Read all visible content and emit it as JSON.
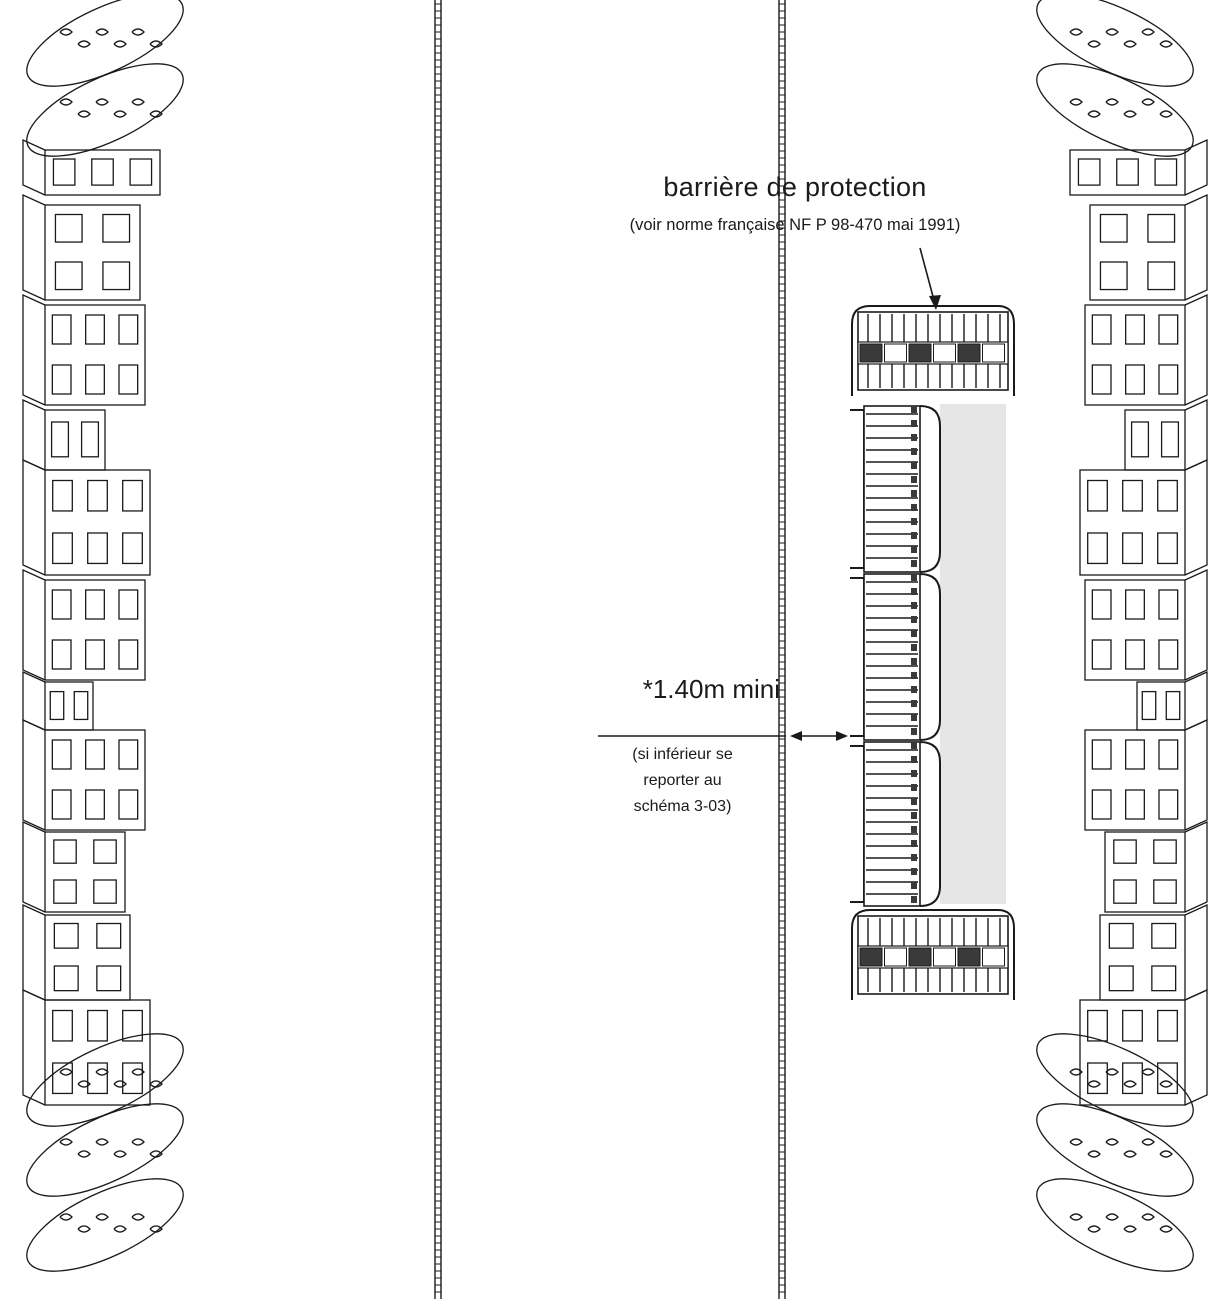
{
  "barrier": {
    "title": "barrière de protection",
    "reference": "(voir norme française NF P 98-470 mai 1991)"
  },
  "passage": {
    "width_label": "*1.40m mini",
    "note_lines": [
      "(si inférieur se",
      "reporter au",
      "schéma 3-03)"
    ]
  },
  "colors": {
    "ink": "#1a1a1a",
    "walkway_fill": "#e6e6e6",
    "stripe_dark": "#3a3a3a"
  }
}
